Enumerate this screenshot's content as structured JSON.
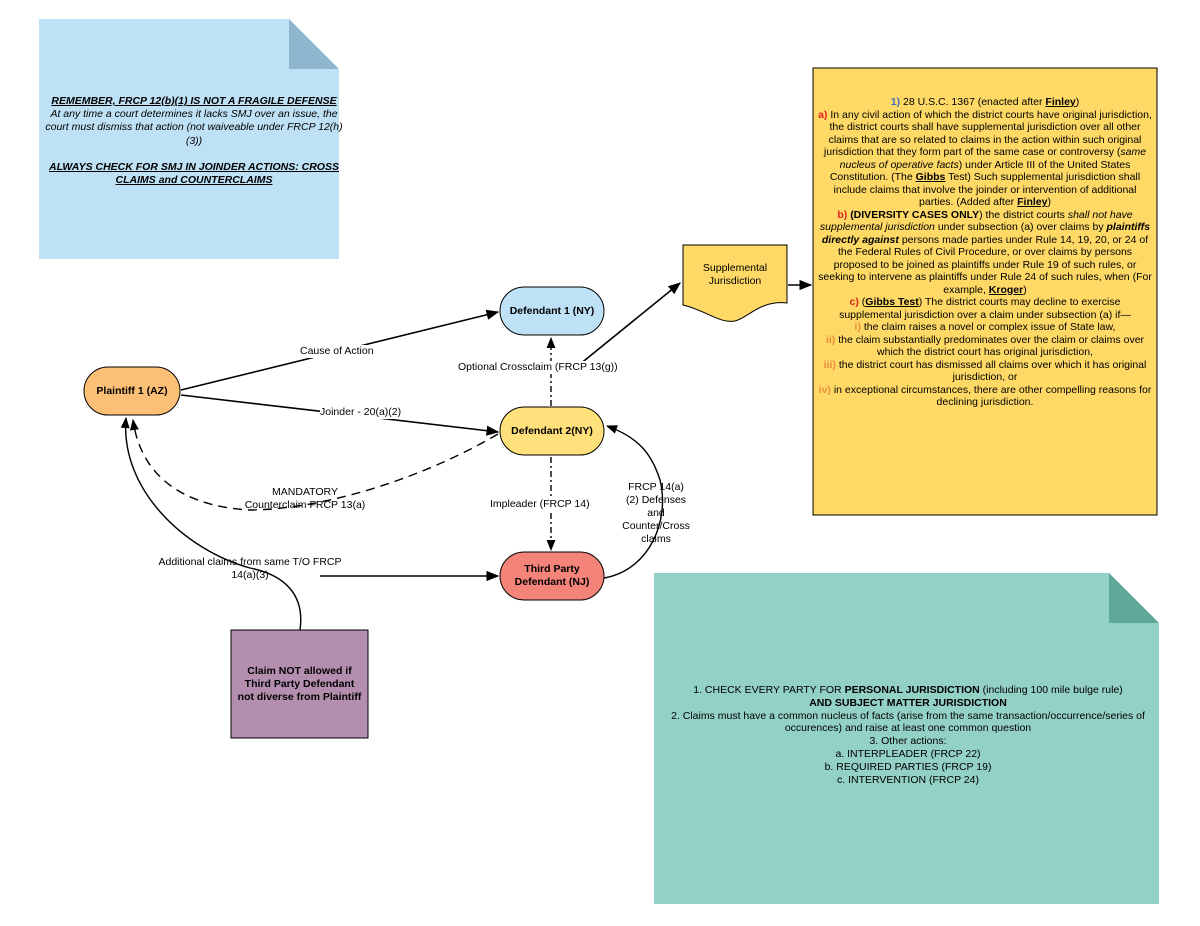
{
  "notes": {
    "blue": {
      "line1": "REMEMBER, FRCP 12(b)(1) IS NOT A FRAGILE DEFENSE",
      "line2": "At any time a court determines it lacks SMJ over an issue, the court must dismiss that action (not waiveable under FRCP 12(h)(3))",
      "line3": "ALWAYS CHECK FOR SMJ IN JOINDER ACTIONS: CROSS CLAIMS and COUNTERCLAIMS"
    },
    "yellow": {
      "l1_num": "1)",
      "l1_text": "28 U.S.C. 1367 (enacted after",
      "l1_case": "Finley",
      "l1_end": ")",
      "a_num": "a)",
      "a_text1": "In any civil action of which the district courts have original jurisdiction, the district courts shall have supplemental jurisdiction over all other claims that are so related to claims in the action within such original jurisdiction that they form part of the same case or controversy (",
      "a_italic": "same nucleus of operative facts",
      "a_text2": ") under Article III of the United States Constitution. (The",
      "a_gibbs": "Gibbs",
      "a_text3": "Test) Such supplemental jurisdiction shall include claims that involve the joinder or intervention of additional parties.",
      "a_added": "(Added after",
      "a_finley": "Finley",
      "a_close": ")",
      "b_num": "b)",
      "b_bold": "(DIVERSITY CASES ONLY",
      "b_text1": ") the district courts",
      "b_italic": "shall not have supplemental jurisdiction",
      "b_text2": "under subsection (a) over claims by",
      "b_bi": "plaintiffs directly against",
      "b_text3": "persons made parties under Rule 14, 19, 20, or 24 of the Federal Rules of Civil Procedure, or over claims by persons proposed to be joined as plaintiffs under Rule 19 of such rules, or seeking to intervene as plaintiffs under Rule 24 of such rules, when",
      "b_example": "(For example,",
      "b_kroger": "Kroger",
      "b_close": ")",
      "c_num": "c)",
      "c_open": "(",
      "c_gibbs": "Gibbs Test",
      "c_text1": ") The district courts may decline to exercise supplemental jurisdiction over a claim under subsection (a) if—",
      "i_num": "i)",
      "i_text": "the claim raises a novel or complex issue of State law,",
      "ii_num": "ii)",
      "ii_text": "the claim substantially predominates over the claim or claims over which the district court has original jurisdiction,",
      "iii_num": "iii)",
      "iii_text": "the district court has dismissed all claims over which it has original jurisdiction, or",
      "iv_num": "iv)",
      "iv_text": "in exceptional circumstances, there are other compelling reasons for declining jurisdiction."
    },
    "teal": {
      "l1_a": "1. CHECK EVERY PARTY FOR",
      "l1_b": "PERSONAL JURISDICTION",
      "l1_c": "(including 100 mile bulge rule)",
      "l1_d": "AND",
      "l1_e": "SUBJECT MATTER JURISDICTION",
      "l2": "2. Claims must have a common nucleus of facts (arise from the same transaction/occurrence/series of occurences) and raise at least one common question",
      "l3": "3. Other actions:",
      "l3a": "a. INTERPLEADER (FRCP 22)",
      "l3b": "b. REQUIRED PARTIES (FRCP 19)",
      "l3c": "c. INTERVENTION (FRCP 24)"
    },
    "purple": "Claim NOT allowed if Third Party Defendant not diverse from Plaintiff"
  },
  "nodes": {
    "plaintiff": "Plaintiff 1 (AZ)",
    "defendant1": "Defendant 1 (NY)",
    "defendant2": "Defendant 2(NY)",
    "third_party": "Third Party Defendant (NJ)",
    "supplemental": "Supplemental Jurisdiction"
  },
  "edges": {
    "cause": "Cause of Action",
    "joinder": "Joinder - 20(a)(2)",
    "crossclaim": "Optional Crossclaim (FRCP 13(g))",
    "counterclaim": "MANDATORY Counterclaim FRCP 13(a)",
    "impleader": "Impleader (FRCP 14)",
    "defenses": "FRCP 14(a)(2) Defenses and Counter/Cross claims",
    "additional": "Additional claims from same T/O FRCP 14(a)(3)"
  },
  "colors": {
    "blue_note": "#bfe1f5",
    "yellow_note": "#ffd966",
    "teal_note": "#93d0c5",
    "purple_box": "#b48eae",
    "plaintiff": "#fbbf75",
    "defendant1": "#bfe1f5",
    "defendant2": "#ffe07a",
    "third_party": "#f4837a"
  }
}
